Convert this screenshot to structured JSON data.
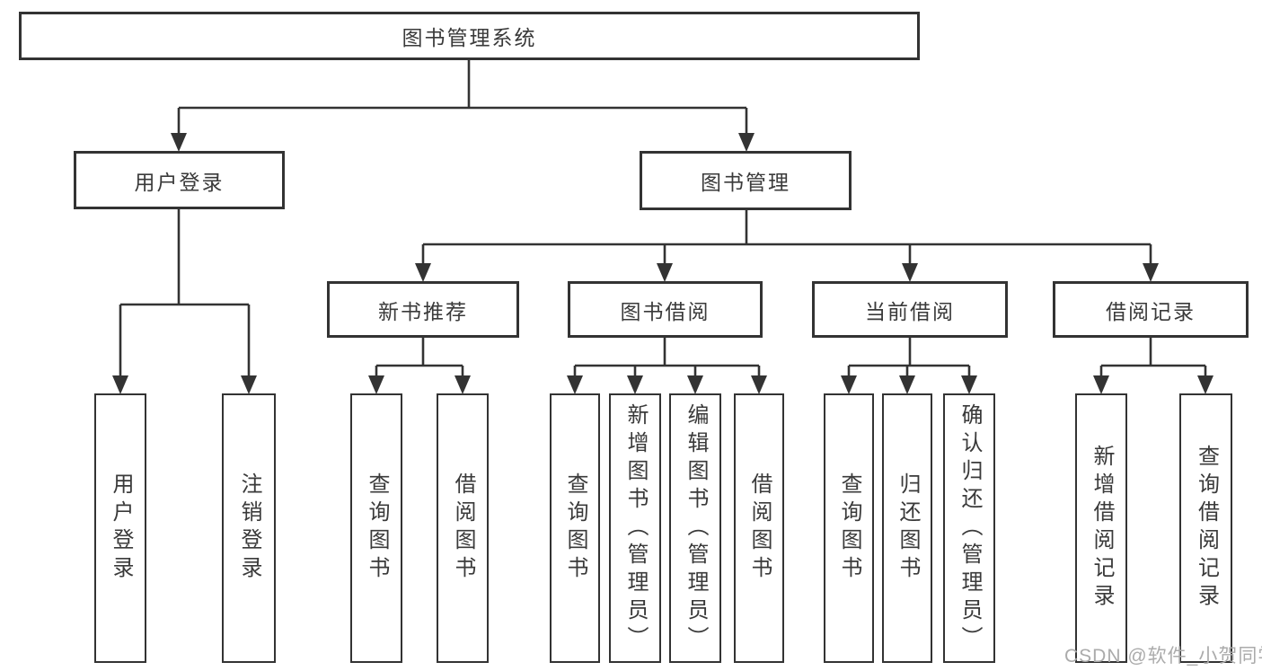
{
  "colors": {
    "background": "#ffffff",
    "box_fill": "#ffffff",
    "line": "#333333",
    "text": "#3a3a3a",
    "watermark": "#ababab"
  },
  "nodes": {
    "root": "图书管理系统",
    "user_login": "用户登录",
    "book_mgmt": "图书管理",
    "new_book_rec": "新书推荐",
    "book_borrow": "图书借阅",
    "current_borrow": "当前借阅",
    "borrow_records": "借阅记录",
    "leaf_login": "用户登录",
    "leaf_logout": "注销登录",
    "leaf_nbr_query_book": "查询图书",
    "leaf_nbr_borrow_book": "借阅图书",
    "leaf_bb_query_book": "查询图书",
    "leaf_bb_add_book": "新增图书（管理员）",
    "leaf_bb_edit_book": "编辑图书（管理员）",
    "leaf_bb_borrow_book": "借阅图书",
    "leaf_cb_query_book": "查询图书",
    "leaf_cb_return_book": "归还图书",
    "leaf_cb_confirm_return": "确认归还（管理员）",
    "leaf_br_add_record": "新增借阅记录",
    "leaf_br_query_record": "查询借阅记录"
  },
  "watermark": "CSDN @软件_小贺同学"
}
